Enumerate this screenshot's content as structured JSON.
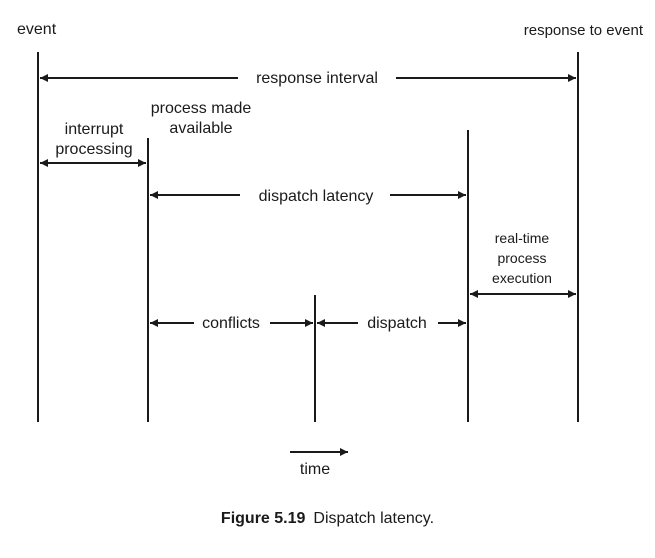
{
  "labels": {
    "event": "event",
    "response_to_event": "response to event",
    "response_interval": "response interval",
    "process_made_available": [
      "process made",
      "available"
    ],
    "interrupt_processing": [
      "interrupt",
      "processing"
    ],
    "dispatch_latency": "dispatch latency",
    "real_time_process_execution": [
      "real-time",
      "process",
      "execution"
    ],
    "conflicts": "conflicts",
    "dispatch": "dispatch",
    "time": "time"
  },
  "caption": {
    "number": "Figure 5.19",
    "text": "Dispatch latency."
  },
  "colors": {
    "line": "#1a1a1a",
    "text": "#1a1a1a",
    "background": "#ffffff"
  }
}
